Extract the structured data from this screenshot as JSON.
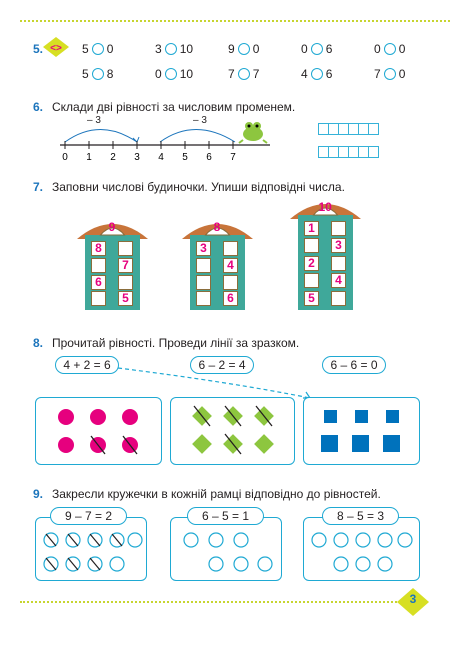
{
  "task5": {
    "number": "5.",
    "row1": [
      [
        "5",
        "0"
      ],
      [
        "3",
        "10"
      ],
      [
        "9",
        "0"
      ],
      [
        "0",
        "6"
      ],
      [
        "0",
        "0"
      ]
    ],
    "row2": [
      [
        "5",
        "8"
      ],
      [
        "0",
        "10"
      ],
      [
        "7",
        "7"
      ],
      [
        "4",
        "6"
      ],
      [
        "7",
        "0"
      ]
    ]
  },
  "task6": {
    "number": "6.",
    "text": "Склади дві рівності за числовим променем.",
    "jump1": "– 3",
    "jump2": "– 3",
    "ticks": [
      "0",
      "1",
      "2",
      "3",
      "4",
      "5",
      "6",
      "7"
    ]
  },
  "task7": {
    "number": "7.",
    "text": "Заповни числові будиночки. Упиши відповідні числа.",
    "houses": [
      {
        "roof": "9",
        "left": [
          "8",
          "",
          "6",
          ""
        ],
        "right": [
          "",
          "7",
          "",
          "5"
        ]
      },
      {
        "roof": "8",
        "left": [
          "3",
          "",
          "",
          ""
        ],
        "right": [
          "",
          "4",
          "",
          "6"
        ]
      },
      {
        "roof": "10",
        "left": [
          "1",
          "",
          "2",
          "",
          "5"
        ],
        "right": [
          "",
          "3",
          "",
          "4",
          ""
        ]
      }
    ]
  },
  "task8": {
    "number": "8.",
    "text": "Прочитай рівності. Проведи лінії за зразком.",
    "equations": [
      "4 + 2 = 6",
      "6 – 2 = 4",
      "6 – 6 = 0"
    ]
  },
  "task9": {
    "number": "9.",
    "text": "Закресли кружечки в кожній рамці відповідно до рівностей.",
    "equations": [
      "9 – 7 = 2",
      "6 – 5 = 1",
      "8 – 5 = 3"
    ]
  },
  "page_number": "3",
  "colors": {
    "accent": "#1c75bc",
    "frame": "#1fa9d3",
    "pink": "#e6007e",
    "green": "#8dc63f",
    "blue": "#0072bc",
    "house": "#3fa89a",
    "roof": "#c8743a"
  }
}
